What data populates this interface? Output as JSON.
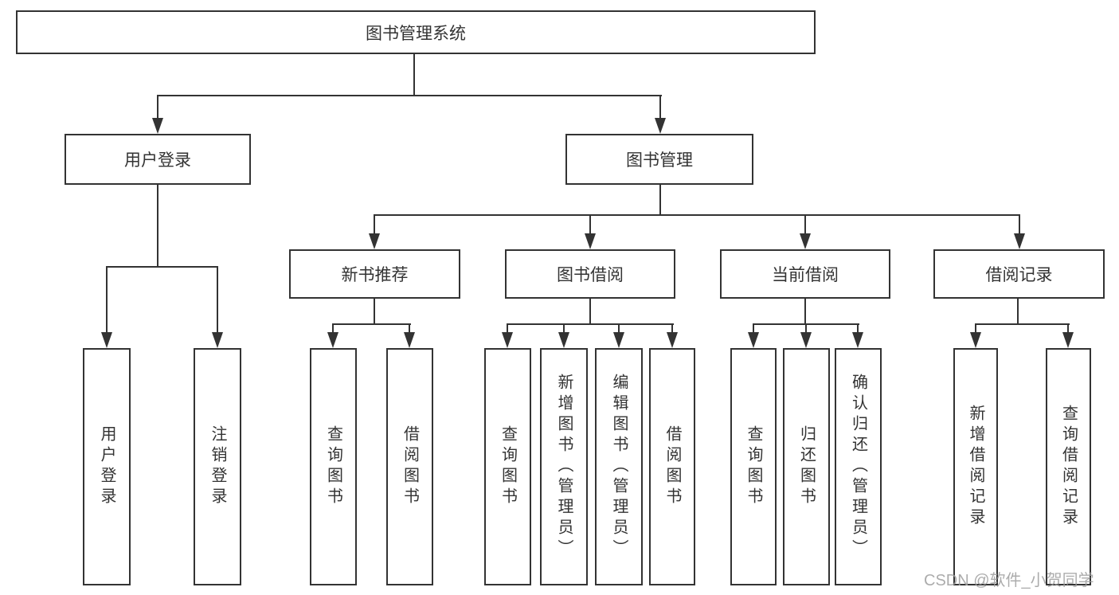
{
  "tree": {
    "label": "图书管理系统",
    "children": [
      {
        "label": "用户登录",
        "children": [
          {
            "label": "用户登录"
          },
          {
            "label": "注销登录"
          }
        ]
      },
      {
        "label": "图书管理",
        "children": [
          {
            "label": "新书推荐",
            "children": [
              {
                "label": "查询图书"
              },
              {
                "label": "借阅图书"
              }
            ]
          },
          {
            "label": "图书借阅",
            "children": [
              {
                "label": "查询图书"
              },
              {
                "label": "新增图书（管理员）"
              },
              {
                "label": "编辑图书（管理员）"
              },
              {
                "label": "借阅图书"
              }
            ]
          },
          {
            "label": "当前借阅",
            "children": [
              {
                "label": "查询图书"
              },
              {
                "label": "归还图书"
              },
              {
                "label": "确认归还（管理员）"
              }
            ]
          },
          {
            "label": "借阅记录",
            "children": [
              {
                "label": "新增借阅记录"
              },
              {
                "label": "查询借阅记录"
              }
            ]
          }
        ]
      }
    ]
  },
  "watermark": "CSDN @软件_小贺同学",
  "colors": {
    "line": "#333333",
    "text": "#333333",
    "box_background": "#ffffff",
    "watermark": "#9e9e9e",
    "page_background": "#ffffff"
  }
}
